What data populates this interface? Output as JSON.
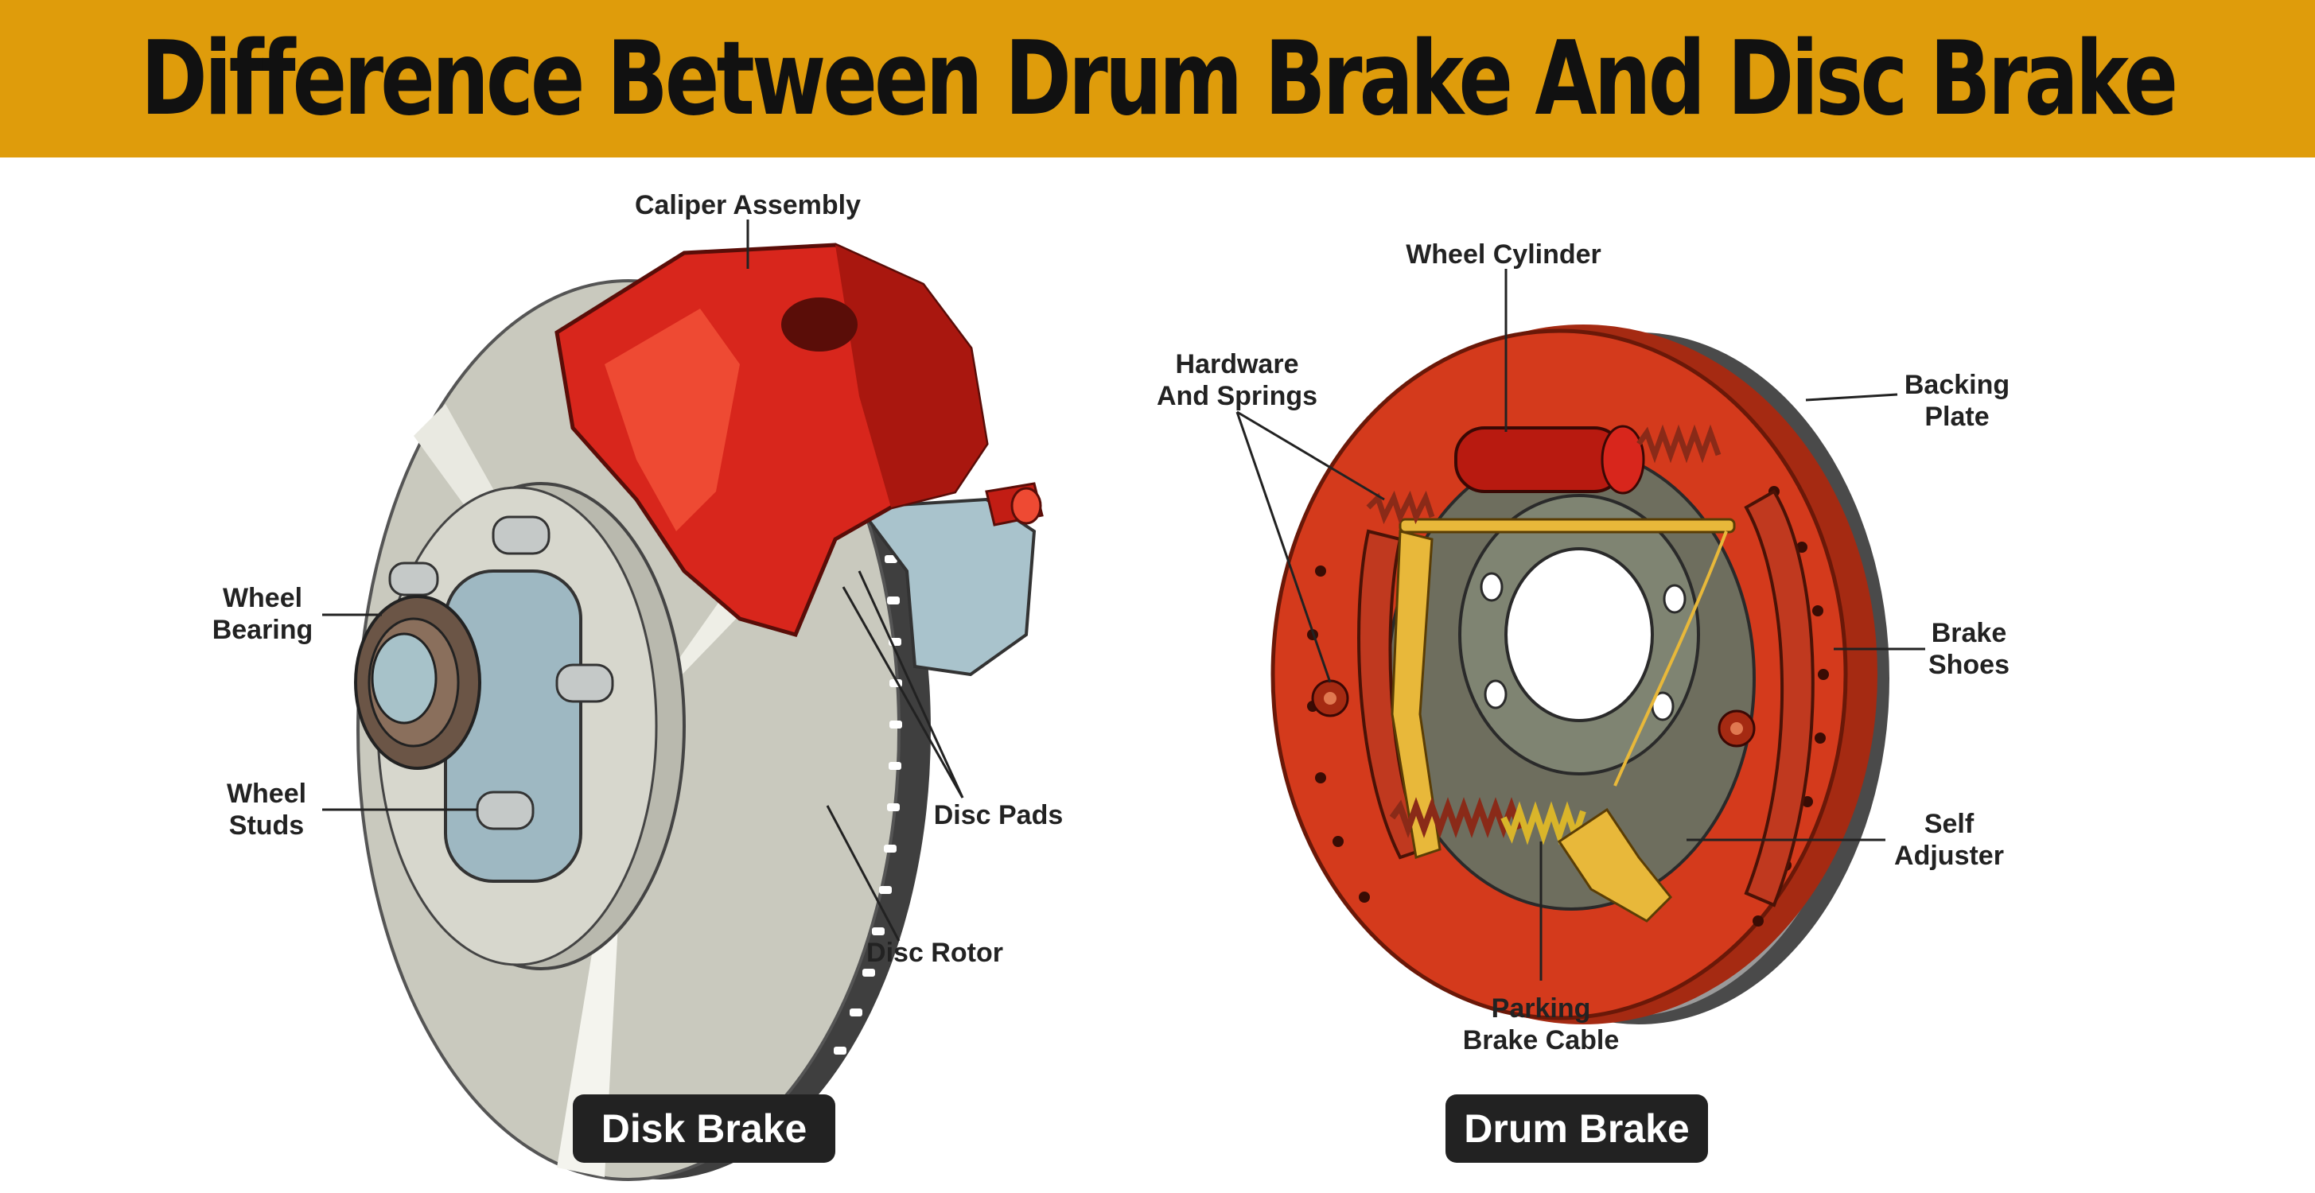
{
  "title": "Difference Between Drum Brake And Disc Brake",
  "colors": {
    "title_bar": "#df9c0b",
    "caliper_red": "#d8261c",
    "rotor_gray": "#c9c9be",
    "drum_red": "#d43a1c",
    "caption_bg": "#222222"
  },
  "disk_brake": {
    "caption": "Disk Brake",
    "labels": {
      "caliper_assembly": "Caliper Assembly",
      "wheel_bearing": [
        "Wheel",
        "Bearing"
      ],
      "wheel_studs": [
        "Wheel",
        "Studs"
      ],
      "disc_pads": "Disc Pads",
      "disc_rotor": "Disc Rotor"
    }
  },
  "drum_brake": {
    "caption": "Drum Brake",
    "labels": {
      "wheel_cylinder": "Wheel Cylinder",
      "hardware_springs": [
        "Hardware",
        "And Springs"
      ],
      "backing_plate": [
        "Backing",
        "Plate"
      ],
      "brake_shoes": [
        "Brake",
        "Shoes"
      ],
      "self_adjuster": [
        "Self",
        "Adjuster"
      ],
      "parking_brake_cable": [
        "Parking",
        "Brake Cable"
      ]
    }
  }
}
